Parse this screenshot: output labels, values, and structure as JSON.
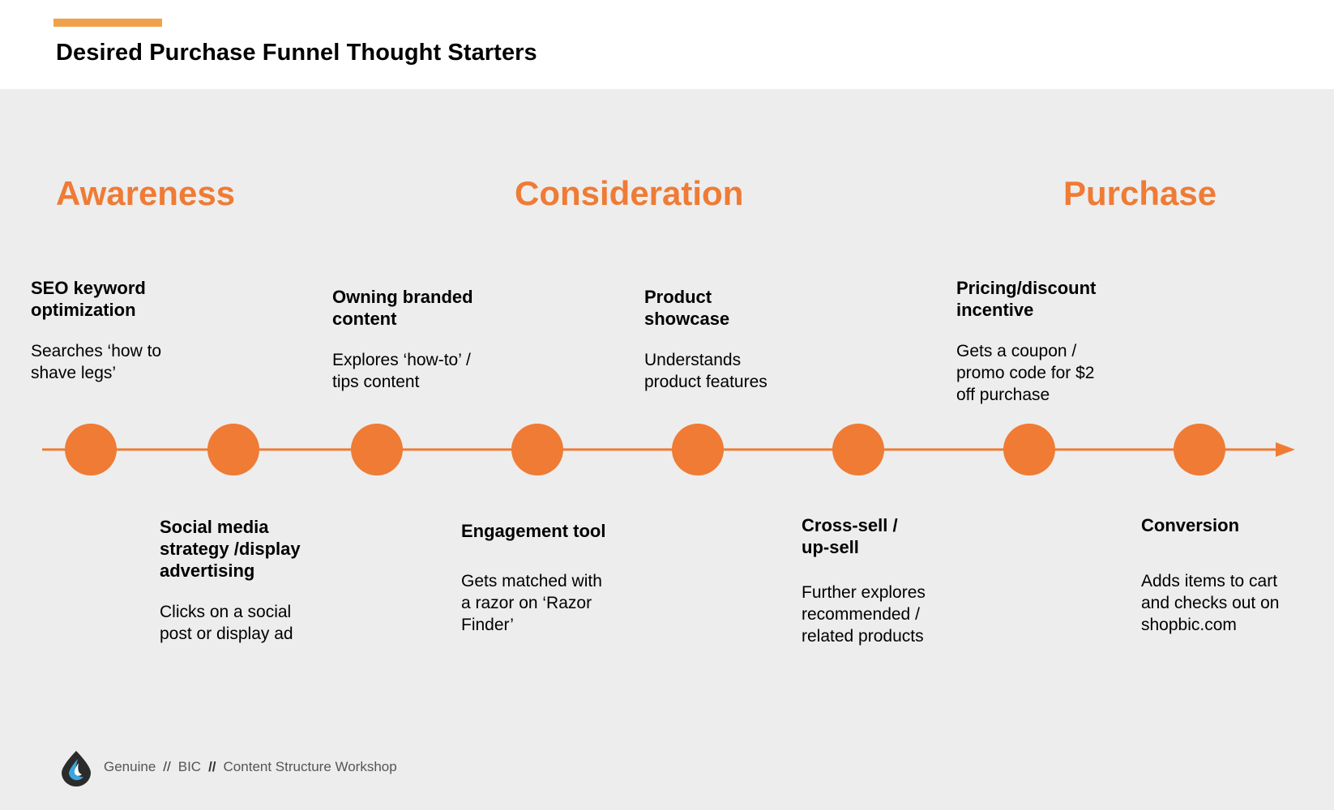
{
  "header": {
    "title": "Desired Purchase Funnel Thought Starters",
    "accent_color": "#f0a24a"
  },
  "stages": [
    {
      "label": "Awareness"
    },
    {
      "label": "Consideration"
    },
    {
      "label": "Purchase"
    }
  ],
  "colors": {
    "stage": "#ef7b35",
    "timeline": "#ef7b35",
    "background": "#ededed"
  },
  "timeline": {
    "node_count": 8,
    "direction": "left-to-right arrow"
  },
  "steps": [
    {
      "title": "SEO keyword\noptimization",
      "desc": "Searches ‘how to\nshave legs’",
      "position": "above"
    },
    {
      "title": "Social media\nstrategy /display\nadvertising",
      "desc": "Clicks on a social\npost or display ad",
      "position": "below"
    },
    {
      "title": "Owning branded\ncontent",
      "desc": "Explores ‘how-to’ /\ntips content",
      "position": "above"
    },
    {
      "title": "Engagement tool",
      "desc": "Gets matched with\na razor on ‘Razor\nFinder’",
      "position": "below"
    },
    {
      "title": "Product\nshowcase",
      "desc": "Understands\nproduct features",
      "position": "above"
    },
    {
      "title": "Cross-sell /\nup-sell",
      "desc": "Further explores\nrecommended /\nrelated products",
      "position": "below"
    },
    {
      "title": "Pricing/discount\nincentive",
      "desc": "Gets a coupon /\npromo code for $2\noff purchase",
      "position": "above"
    },
    {
      "title": "Conversion",
      "desc": "Adds items to cart\nand checks out on\nshopbic.com",
      "position": "below"
    }
  ],
  "footer": {
    "part1": "Genuine",
    "sep1": "//",
    "part2": "BIC",
    "sep2": "//",
    "part3": "Content Structure Workshop",
    "logo_icon": "drop-logo-icon"
  }
}
